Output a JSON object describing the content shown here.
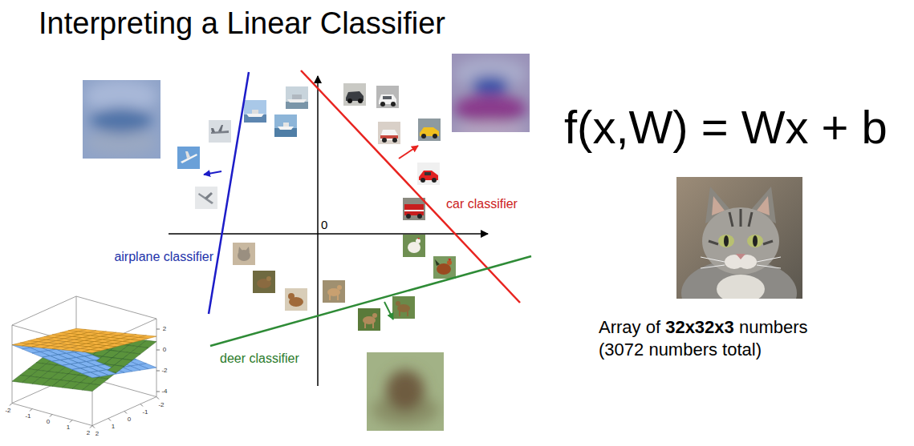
{
  "diagram": {
    "title": "Interpreting a Linear Classifier",
    "labels": [
      "f(x,W) = Wx + b",
      "Array of 32x32x3 numbers (3072 numbers total)",
      "airplane classifier",
      "car classifier",
      "deer classifier",
      "0",
      "-2",
      "-1",
      "0",
      "1",
      "2",
      "2",
      "1",
      "0",
      "-1",
      "-2",
      "2",
      "0",
      "-2",
      "-4"
    ]
  }
}
